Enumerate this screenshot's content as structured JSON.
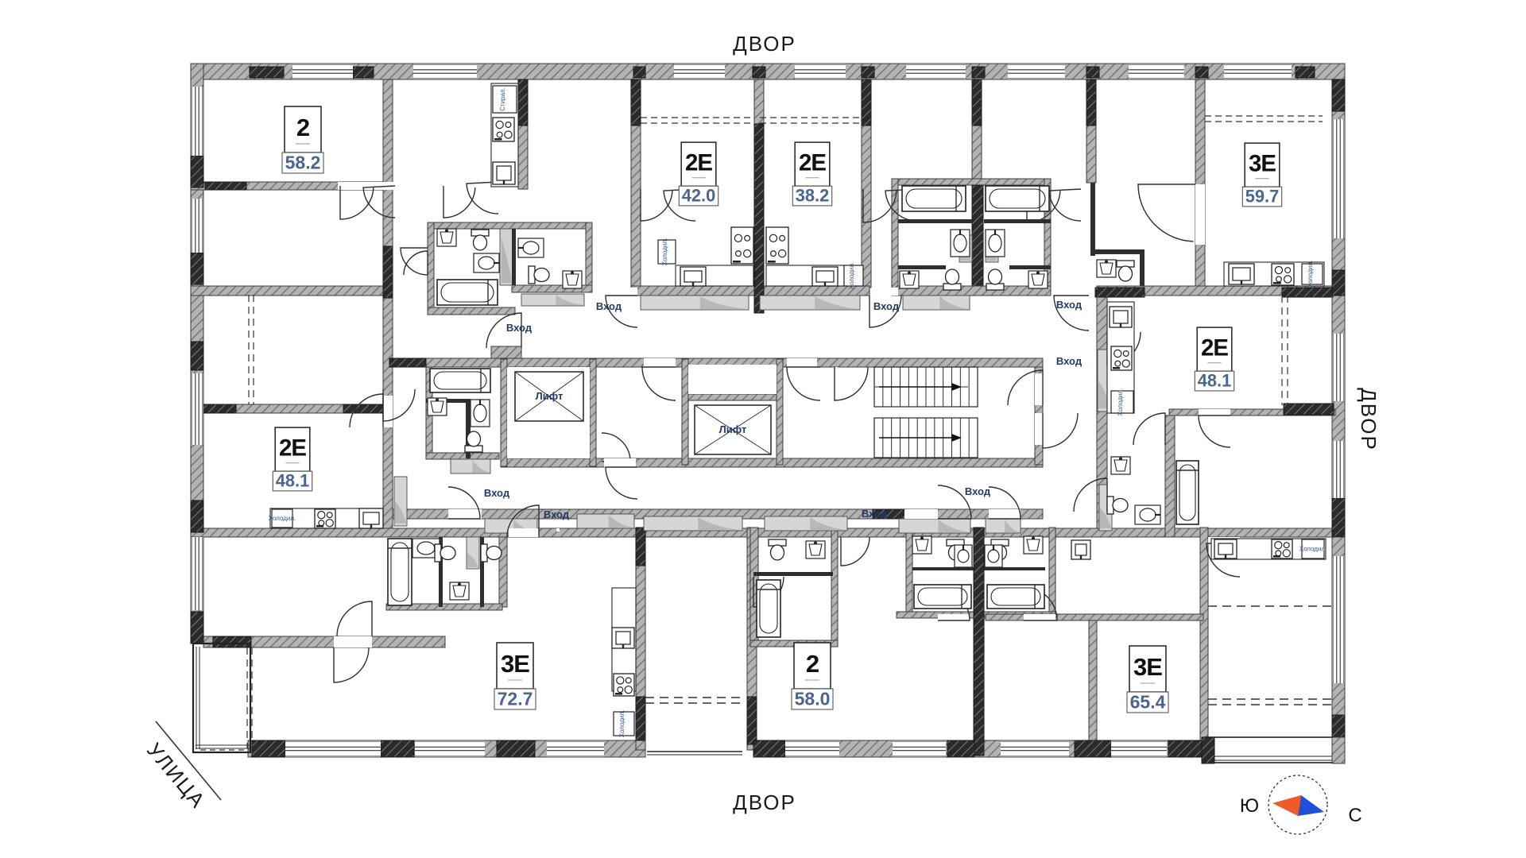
{
  "apartments": [
    {
      "type": "2",
      "area": "58.2"
    },
    {
      "type": "2Е",
      "area": "42.0"
    },
    {
      "type": "2Е",
      "area": "38.2"
    },
    {
      "type": "3Е",
      "area": "59.7"
    },
    {
      "type": "2Е",
      "area": "48.1"
    },
    {
      "type": "2Е",
      "area": "48.1"
    },
    {
      "type": "3Е",
      "area": "72.7"
    },
    {
      "type": "2",
      "area": "58.0"
    },
    {
      "type": "3Е",
      "area": "65.4"
    }
  ],
  "labels": {
    "courtyard": "ДВОР",
    "street": "УЛИЦА",
    "entrance": "Вход",
    "elevator": "Лифт",
    "fridge": "Холодил.",
    "washer": "Стирал."
  },
  "compass": {
    "south": "Ю",
    "north": "С",
    "colors": {
      "south": "#f05a28",
      "north": "#1e4fd6"
    }
  },
  "colors": {
    "wall_fill": "#bdbdbd",
    "wall_hatch": "#7a7a7a",
    "area_text": "#4a6590",
    "annotation_text": "#253a66"
  }
}
